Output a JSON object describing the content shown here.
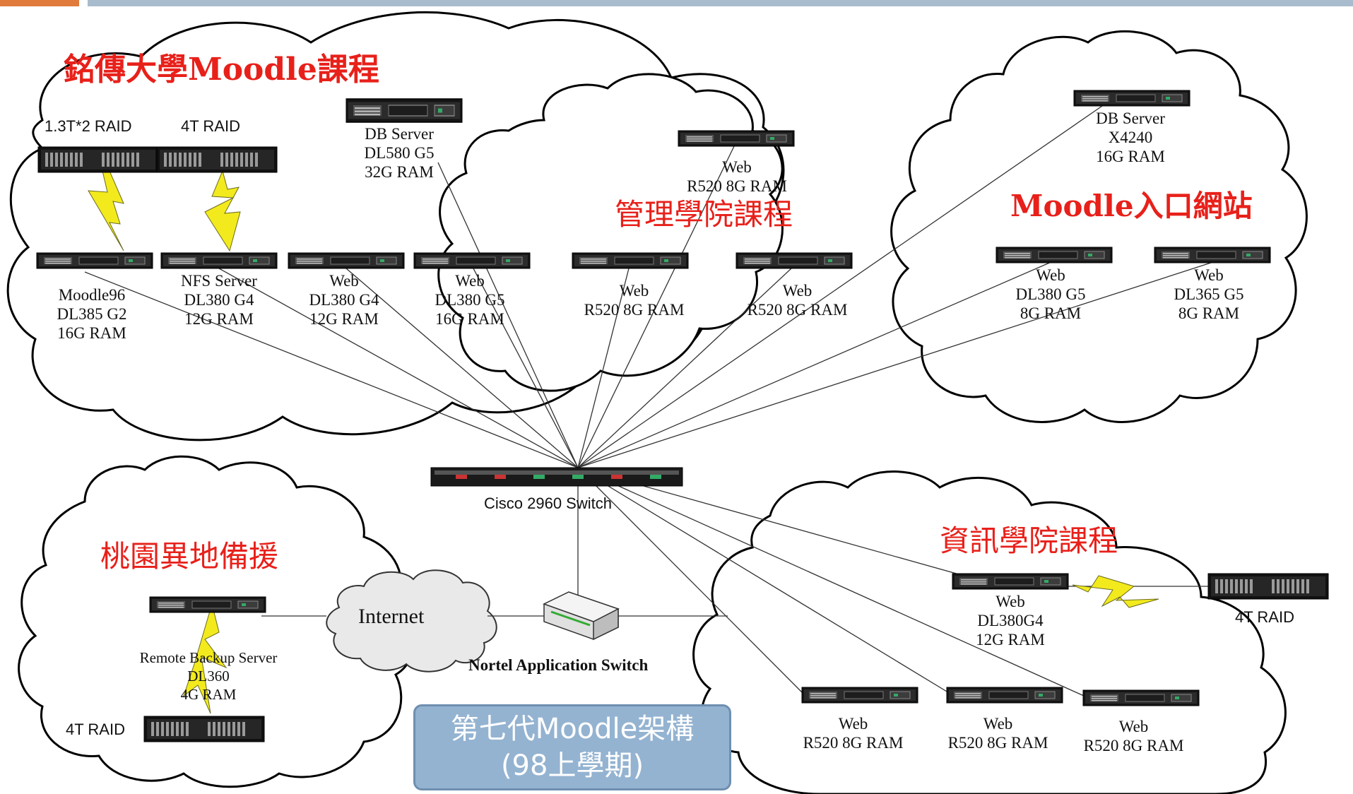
{
  "clouds": {
    "mingchuan": {
      "title": "銘傳大學Moodle課程"
    },
    "management": {
      "title": "管理學院課程"
    },
    "portal": {
      "title": "Moodle入口網站"
    },
    "backup": {
      "title": "桃園異地備援"
    },
    "infotech": {
      "title": "資訊學院課程"
    }
  },
  "labels": {
    "raid_13t": "1.3T*2 RAID",
    "raid_4t_top": "4T RAID",
    "db_dl580": [
      "DB Server",
      "DL580 G5",
      "32G RAM"
    ],
    "moodle96": [
      "Moodle96",
      "DL385 G2",
      "16G RAM"
    ],
    "nfs": [
      "NFS Server",
      "DL380 G4",
      "12G RAM"
    ],
    "web_dl380g4": [
      "Web",
      "DL380 G4",
      "12G RAM"
    ],
    "web_dl380g5": [
      "Web",
      "DL380 G5",
      "16G RAM"
    ],
    "mgmt_web_top": [
      "Web",
      "R520 8G RAM"
    ],
    "mgmt_web_left": [
      "Web",
      "R520 8G RAM"
    ],
    "mgmt_web_right": [
      "Web",
      "R520 8G RAM"
    ],
    "portal_db": [
      "DB Server",
      "X4240",
      "16G RAM"
    ],
    "portal_web_a": [
      "Web",
      "DL380 G5",
      "8G RAM"
    ],
    "portal_web_b": [
      "Web",
      "DL365 G5",
      "8G RAM"
    ],
    "switch": "Cisco 2960 Switch",
    "internet": "Internet",
    "nortel": "Nortel Application Switch",
    "backup_server": [
      "Remote Backup Server",
      "DL360",
      "4G RAM"
    ],
    "raid_4t_backup": "4T RAID",
    "it_web_top": [
      "Web",
      "DL380G4",
      "12G RAM"
    ],
    "raid_4t_it": "4T RAID",
    "it_web_1": [
      "Web",
      "R520 8G RAM"
    ],
    "it_web_2": [
      "Web",
      "R520 8G RAM"
    ],
    "it_web_3": [
      "Web",
      "R520 8G RAM"
    ]
  },
  "caption": {
    "line1": "第七代Moodle架構",
    "line2": "(98上學期)"
  },
  "colors": {
    "title_red": "#e8201a",
    "bolt_yellow": "#f2ea1d",
    "caption_bg": "#94b3d1",
    "line": "#333333"
  }
}
